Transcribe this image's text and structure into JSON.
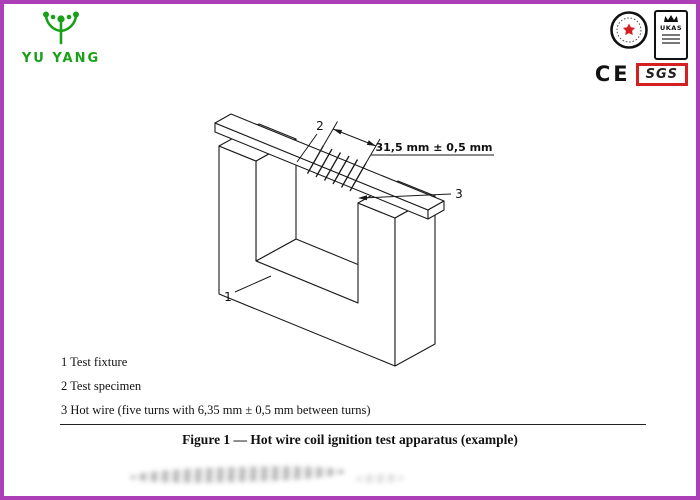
{
  "colors": {
    "frame": "#ac3fb8",
    "logo_green": "#18a018",
    "sgs_red": "#d42020",
    "ink": "#1a1a1a"
  },
  "logo": {
    "text": "YU YANG"
  },
  "badges": {
    "ukas": "UKAS",
    "ce": "CE",
    "sgs": "SGS"
  },
  "figure": {
    "dimension_label": "31,5 mm ± 0,5 mm",
    "labels": {
      "fixture": "1",
      "specimen": "2",
      "hot_wire": "3"
    }
  },
  "legend": {
    "items": [
      "1 Test fixture",
      "2 Test specimen",
      "3 Hot wire (five turns with 6,35 mm ± 0,5 mm between turns)"
    ]
  },
  "caption": "Figure 1 — Hot wire coil ignition test apparatus (example)"
}
